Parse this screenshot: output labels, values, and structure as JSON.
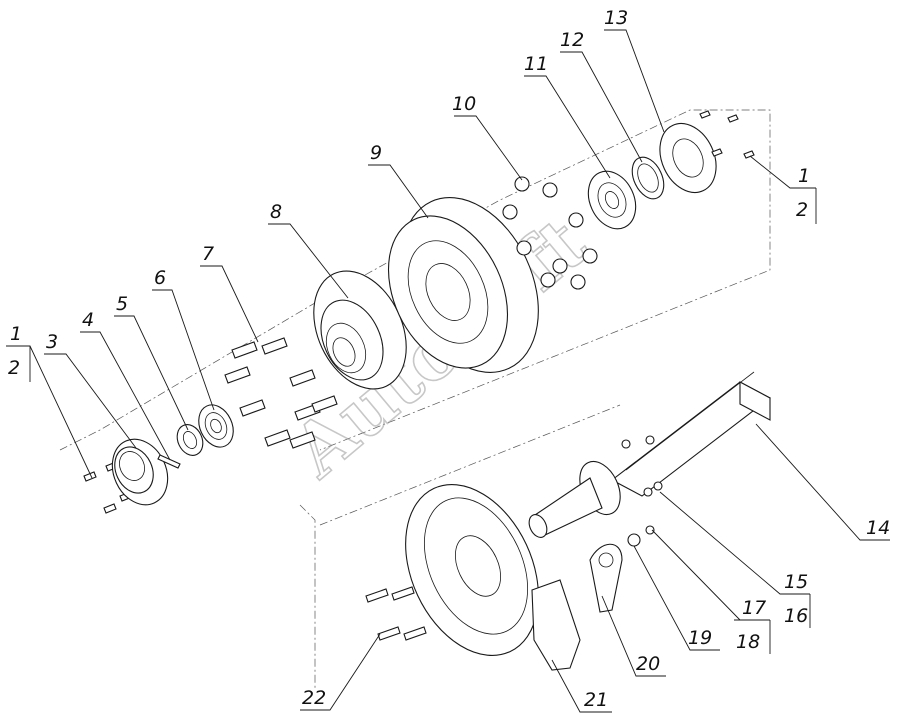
{
  "watermark": "AutoSoft",
  "callouts": [
    {
      "id": "c1a",
      "text": "1"
    },
    {
      "id": "c2a",
      "text": "2"
    },
    {
      "id": "c3",
      "text": "3"
    },
    {
      "id": "c4",
      "text": "4"
    },
    {
      "id": "c5",
      "text": "5"
    },
    {
      "id": "c6",
      "text": "6"
    },
    {
      "id": "c7",
      "text": "7"
    },
    {
      "id": "c8",
      "text": "8"
    },
    {
      "id": "c9",
      "text": "9"
    },
    {
      "id": "c10",
      "text": "10"
    },
    {
      "id": "c11",
      "text": "11"
    },
    {
      "id": "c12",
      "text": "12"
    },
    {
      "id": "c13",
      "text": "13"
    },
    {
      "id": "c1b",
      "text": "1"
    },
    {
      "id": "c2b",
      "text": "2"
    },
    {
      "id": "c14",
      "text": "14"
    },
    {
      "id": "c15",
      "text": "15"
    },
    {
      "id": "c16",
      "text": "16"
    },
    {
      "id": "c17",
      "text": "17"
    },
    {
      "id": "c18",
      "text": "18"
    },
    {
      "id": "c19",
      "text": "19"
    },
    {
      "id": "c20",
      "text": "20"
    },
    {
      "id": "c21",
      "text": "21"
    },
    {
      "id": "c22",
      "text": "22"
    }
  ]
}
